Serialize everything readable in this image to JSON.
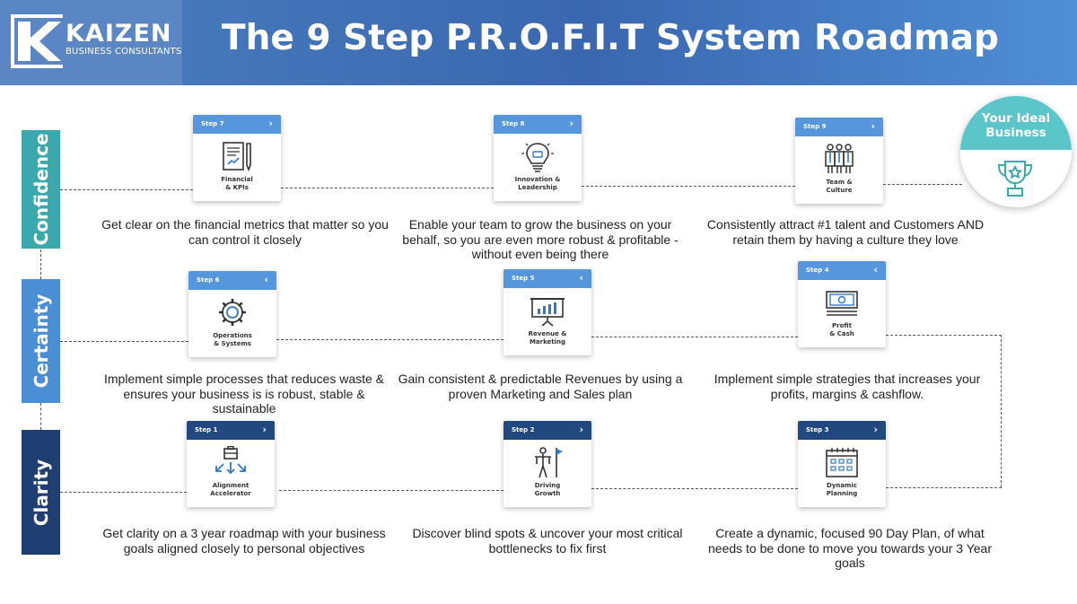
{
  "header": {
    "logo_name": "KAIZEN",
    "logo_sub": "BUSINESS CONSULTANTS",
    "title": "The 9 Step P.R.O.F.I.T System Roadmap"
  },
  "bands": [
    {
      "label": "Confidence",
      "color": "#3aa9ad"
    },
    {
      "label": "Certainty",
      "color": "#4a8ed6"
    },
    {
      "label": "Clarity",
      "color": "#1f3f73"
    }
  ],
  "goal": {
    "text": "Your Ideal\nBusiness",
    "icon": "trophy-icon"
  },
  "steps": [
    {
      "step": "Step 1",
      "arrow": "›",
      "label": "Alignment\nAccelerator",
      "icon": "alignment-icon",
      "style": "dark",
      "desc": "Get clarity on a 3 year roadmap with your business goals aligned closely to personal objectives"
    },
    {
      "step": "Step 2",
      "arrow": "›",
      "label": "Driving\nGrowth",
      "icon": "flag-person-icon",
      "style": "dark",
      "desc": "Discover blind spots & uncover your most critical bottlenecks to fix first"
    },
    {
      "step": "Step 3",
      "arrow": "›",
      "label": "Dynamic\nPlanning",
      "icon": "calendar-icon",
      "style": "dark",
      "desc": "Create a dynamic, focused 90 Day Plan, of what needs to be done to move you towards your 3 Year goals"
    },
    {
      "step": "Step 4",
      "arrow": "‹",
      "label": "Profit\n& Cash",
      "icon": "cash-icon",
      "style": "light",
      "desc": "Implement simple strategies that increases your profits, margins & cashflow."
    },
    {
      "step": "Step 5",
      "arrow": "‹",
      "label": "Revenue &\nMarketing",
      "icon": "presentation-chart-icon",
      "style": "light",
      "desc": "Gain consistent & predictable Revenues by using a proven Marketing and Sales plan"
    },
    {
      "step": "Step 6",
      "arrow": "‹",
      "label": "Operations\n& Systems",
      "icon": "gear-icon",
      "style": "light",
      "desc": "Implement simple processes that reduces waste & ensures your business is is robust, stable & sustainable"
    },
    {
      "step": "Step 7",
      "arrow": "›",
      "label": "Financial\n& KPIs",
      "icon": "document-pen-icon",
      "style": "light",
      "desc": "Get clear on the financial metrics that matter so you can control it closely"
    },
    {
      "step": "Step 8",
      "arrow": "›",
      "label": "Innovation &\nLeadership",
      "icon": "lightbulb-icon",
      "style": "light",
      "desc": "Enable your team to grow the business on your behalf, so you are even more robust & profitable - without even being there"
    },
    {
      "step": "Step 9",
      "arrow": "›",
      "label": "Team &\nCulture",
      "icon": "team-icon",
      "style": "light",
      "desc": "Consistently attract #1 talent and Customers AND retain them by having a culture they love"
    }
  ]
}
